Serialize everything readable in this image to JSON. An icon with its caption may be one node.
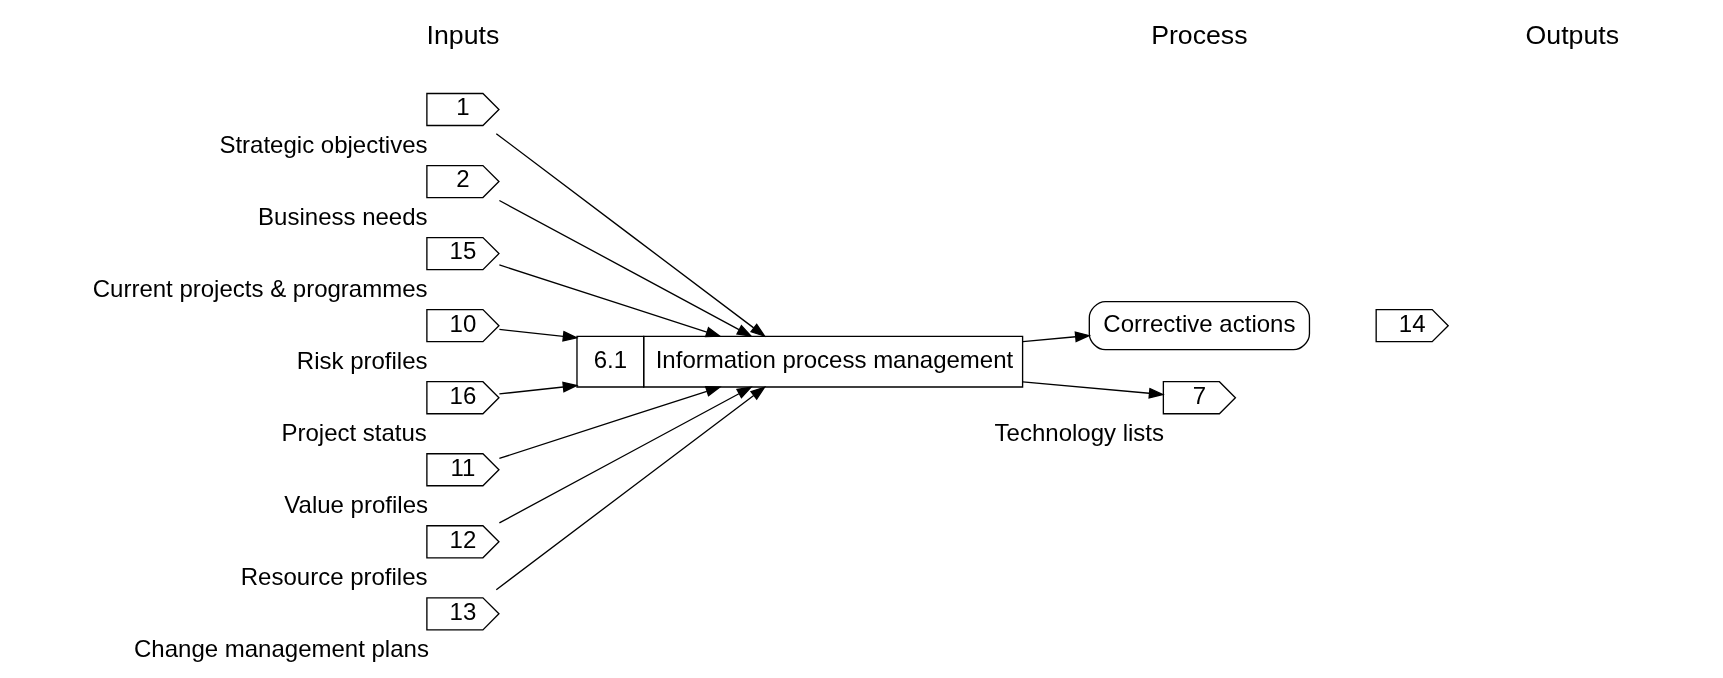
{
  "diagram": {
    "nodes": [
      {
        "text": [
          "1"
        ],
        "beside": [
          "Strategic objectives"
        ]
      },
      {
        "text": [
          "2"
        ],
        "beside": [
          "Business needs"
        ]
      },
      {
        "text": [
          "15"
        ],
        "beside": [
          "Current projects & programmes"
        ]
      },
      {
        "text": [
          "10"
        ],
        "beside": [
          "Risk profiles"
        ]
      },
      {
        "text": [
          "16"
        ],
        "beside": [
          "Project status"
        ]
      },
      {
        "text": [
          "11"
        ],
        "beside": [
          "Value profiles"
        ]
      },
      {
        "text": [
          "12"
        ],
        "beside": [
          "Resource profiles"
        ]
      },
      {
        "text": [
          "13"
        ],
        "beside": [
          "Change management plans"
        ]
      },
      {
        "text": [
          "6.1",
          "Information process management"
        ]
      },
      {
        "text": [
          "Corrective actions"
        ]
      },
      {
        "text": [
          "14"
        ]
      },
      {
        "text": [
          "7"
        ],
        "beside": [
          "Technology lists"
        ]
      }
    ],
    "edges": [
      {
        "from": 0,
        "to": 8,
        "arrow": "to"
      },
      {
        "from": 1,
        "to": 8,
        "arrow": "to"
      },
      {
        "from": 2,
        "to": 8,
        "arrow": "to"
      },
      {
        "from": 3,
        "to": 8,
        "arrow": "to"
      },
      {
        "from": 4,
        "to": 8,
        "arrow": "to"
      },
      {
        "from": 5,
        "to": 8,
        "arrow": "to"
      },
      {
        "from": 6,
        "to": 8,
        "arrow": "to"
      },
      {
        "from": 7,
        "to": 8,
        "arrow": "to"
      },
      {
        "from": 8,
        "to": 9,
        "arrow": "to"
      },
      {
        "from": 8,
        "to": 11,
        "arrow": "to"
      }
    ],
    "labels": [
      "Inputs",
      "Process",
      "Outputs"
    ]
  }
}
